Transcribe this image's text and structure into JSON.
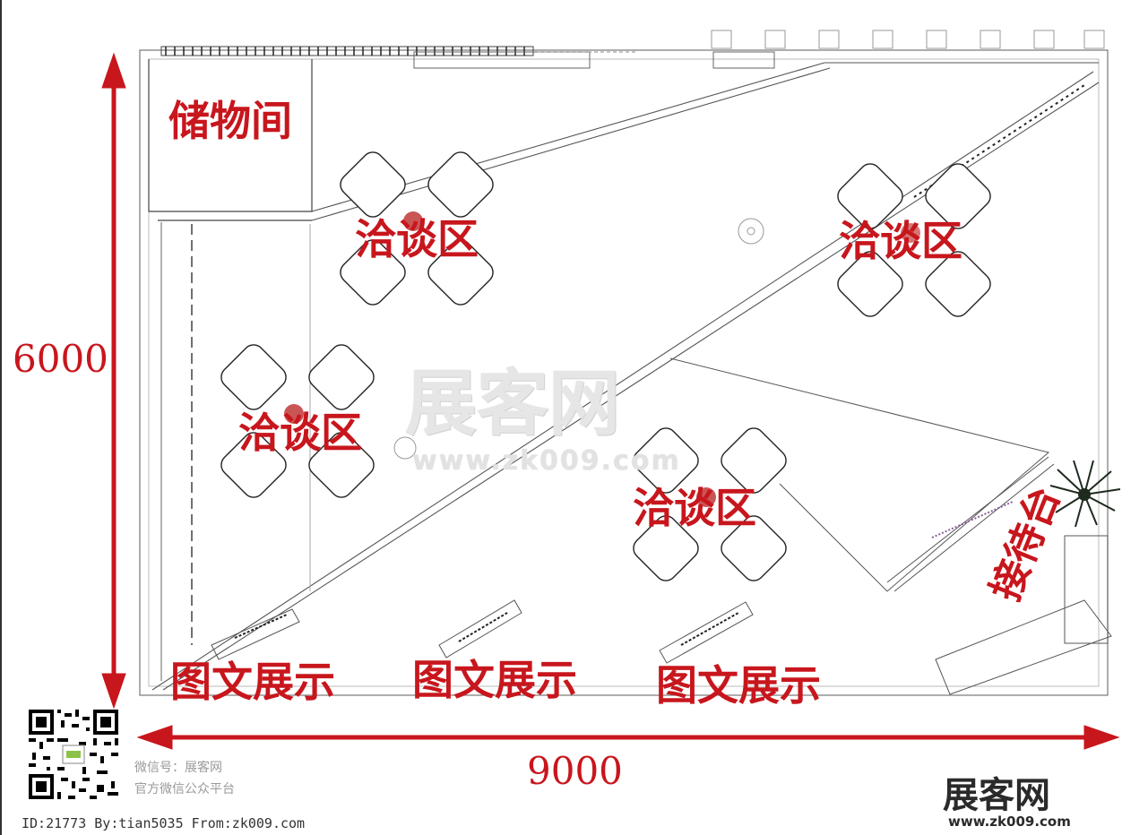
{
  "dimensions": {
    "width_label": "9000",
    "height_label": "6000"
  },
  "zones": {
    "storage": "储物间",
    "negotiation_1": "洽谈区",
    "negotiation_2": "洽谈区",
    "negotiation_3": "洽谈区",
    "negotiation_4": "洽谈区",
    "display_1": "图文展示",
    "display_2": "图文展示",
    "display_3": "图文展示",
    "reception": "接待台"
  },
  "watermark": {
    "name": "展客网",
    "url": "www.zk009.com"
  },
  "brand": {
    "name": "展客网",
    "url": "www.zk009.com"
  },
  "wechat": {
    "account": "微信号：展客网",
    "platform": "官方微信公众平台"
  },
  "footer": {
    "id_line": "ID:21773 By:tian5035 From:zk009.com"
  },
  "colors": {
    "accent": "#c8161d",
    "lines": "#555555"
  }
}
